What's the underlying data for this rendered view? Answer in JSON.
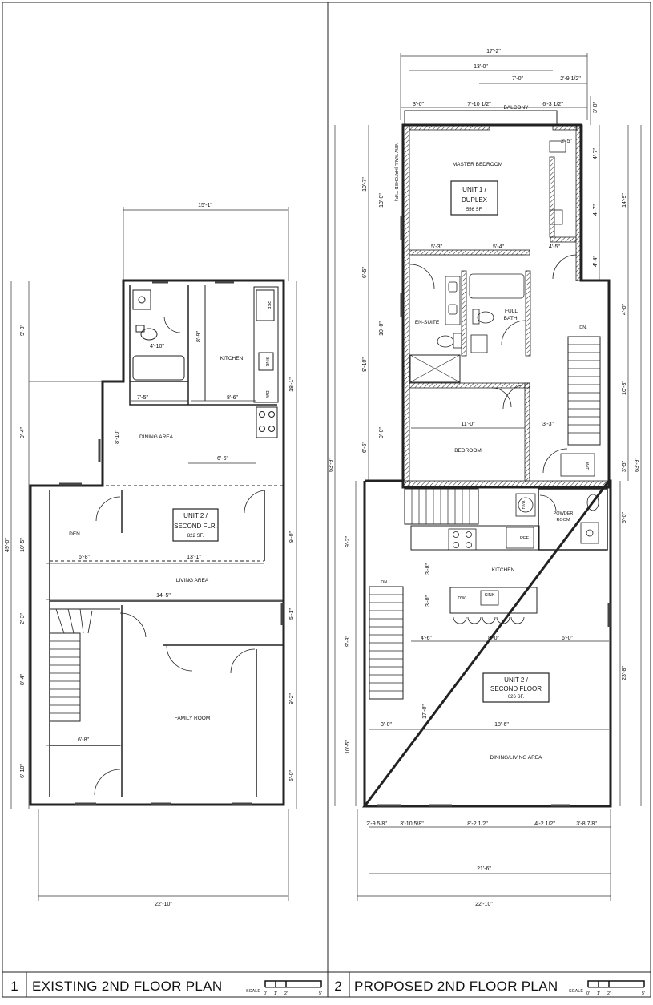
{
  "sheet": {
    "left": {
      "number": "1",
      "title": "EXISTING 2ND FLOOR PLAN",
      "unit_box": {
        "line1": "UNIT 2 /",
        "line2": "SECOND FLR.",
        "area": "822 SF."
      },
      "rooms": {
        "kitchen": "KITCHEN",
        "dining": "DINING AREA",
        "den": "DEN",
        "living": "LIVING AREA",
        "family": "FAMILY ROOM",
        "ref": "REF.",
        "sink": "SINK",
        "dw": "DW"
      },
      "dims": {
        "top": "15'-1\"",
        "bottom": "22'-10\"",
        "d1": "4'-10\"",
        "d2": "8'-9\"",
        "d3": "7'-5\"",
        "d4": "8'-6\"",
        "d5": "8'-10\"",
        "d6": "6'-6\"",
        "d7": "6'-8\"",
        "d8": "13'-1\"",
        "d9": "14'-5\"",
        "d10": "6'-8\"",
        "l1": "9'-3\"",
        "l2": "9'-4\"",
        "l3": "10'-5\"",
        "l4": "2'-3\"",
        "l5": "8'-4\"",
        "l6": "6'-10\"",
        "overall": "49'-0\"",
        "r1": "18'-1\"",
        "r2": "9'-0\"",
        "r3": "5'-1\"",
        "r4": "9'-2\"",
        "r5": "5'-0\""
      }
    },
    "right": {
      "number": "2",
      "title": "PROPOSED 2ND FLOOR PLAN",
      "unit1_box": {
        "line1": "UNIT 1 /",
        "line2": "DUPLEX",
        "area": "556 SF."
      },
      "unit2_box": {
        "line1": "UNIT 2 /",
        "line2": "SECOND FLOOR",
        "area": "626 SF."
      },
      "rooms": {
        "balcony": "BALCONY",
        "master": "MASTER BEDROOM",
        "ensuite": "EN-SUITE",
        "fullbath1": "FULL",
        "fullbath2": "BATH.",
        "bedroom": "BEDROOM",
        "kitchen": "KITCHEN",
        "dining": "DINING/LIVING AREA",
        "powder1": "POWDER",
        "powder2": "ROOM",
        "ref": "REF.",
        "dw": "DW",
        "sink": "SINK",
        "wd": "W/D",
        "wh": "W/H",
        "dn1": "DN.",
        "dn2": "DN.",
        "newwall": "NEW WALL (HATCHED TYP.)"
      },
      "dims": {
        "top1": "17'-2\"",
        "top2": "13'-0\"",
        "top3": "7'-0\"",
        "top4": "2'-9 1/2\"",
        "top5": "3'-0\"",
        "top6": "7'-10 1/2\"",
        "top7": "6'-3 1/2\"",
        "top8": "3'-0\"",
        "m1": "2'-5\"",
        "m2": "5'-3\"",
        "m3": "5'-4\"",
        "m4": "4'-5\"",
        "m5": "11'-0\"",
        "m6": "3'-3\"",
        "m7": "3'-8\"",
        "m8": "3'-0\"",
        "m9": "4'-6\"",
        "m10": "8'-0\"",
        "m11": "6'-0\"",
        "m12": "3'-0\"",
        "m13": "18'-6\"",
        "m14": "17'-0\"",
        "l1": "10'-7\"",
        "l2": "13'-0\"",
        "l3": "6'-5\"",
        "l4": "10'-0\"",
        "l5": "9'-10\"",
        "l6": "9'-0\"",
        "l7": "6'-6\"",
        "l8": "9'-2\"",
        "l9": "9'-8\"",
        "l10": "10'-5\"",
        "overall": "63'-9\"",
        "r1": "4'-7\"",
        "r2": "4'-7\"",
        "r3": "4'-4\"",
        "r4": "14'-9\"",
        "r5": "4'-0\"",
        "r6": "10'-3\"",
        "r7": "3'-5\"",
        "r8": "5'-0\"",
        "r9": "23'-8\"",
        "overall_r": "63'-9\"",
        "b1": "2'-9 5/8\"",
        "b2": "3'-10 5/8\"",
        "b3": "8'-2 1/2\"",
        "b4": "4'-2 1/2\"",
        "b5": "3'-8 7/8\"",
        "b6": "21'-6\"",
        "b7": "22'-10\""
      }
    },
    "scale": {
      "label": "SCALE",
      "t0": "0'",
      "t1": "1'",
      "t2": "2'",
      "t5": "5'"
    }
  }
}
